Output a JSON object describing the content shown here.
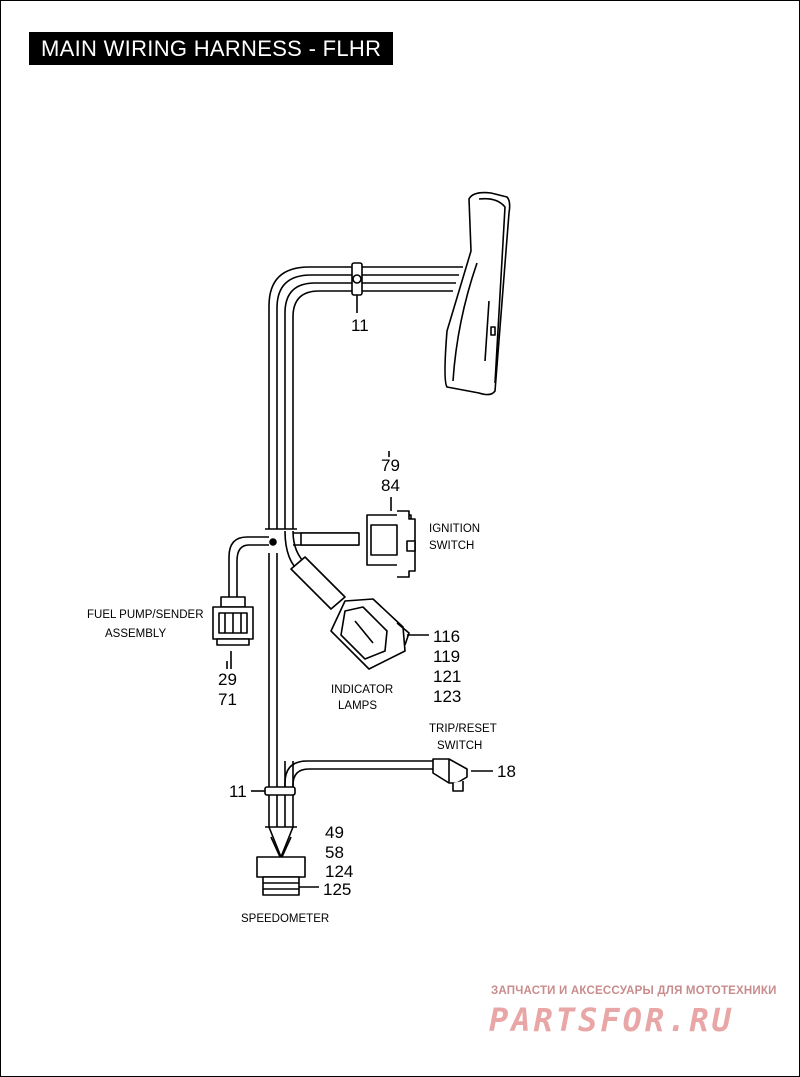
{
  "title": "MAIN WIRING HARNESS - FLHR",
  "callouts": {
    "top_clip": "11",
    "ignition_a": "79",
    "ignition_b": "84",
    "fuel_a": "29",
    "fuel_b": "71",
    "lamps_a": "116",
    "lamps_b": "119",
    "lamps_c": "121",
    "lamps_d": "123",
    "trip": "18",
    "lower_clip": "11",
    "speedo_a": "49",
    "speedo_b": "58",
    "speedo_c": "124",
    "speedo_d": "125"
  },
  "labels": {
    "ignition_1": "IGNITION",
    "ignition_2": "SWITCH",
    "fuel_1": "FUEL PUMP/SENDER",
    "fuel_2": "ASSEMBLY",
    "lamps_1": "INDICATOR",
    "lamps_2": "LAMPS",
    "trip_1": "TRIP/RESET",
    "trip_2": "SWITCH",
    "speedo": "SPEEDOMETER"
  },
  "watermark": {
    "tagline": "ЗАПЧАСТИ И АКСЕССУАРЫ ДЛЯ МОТОТЕХНИКИ",
    "brand": "PARTSFOR.RU"
  }
}
